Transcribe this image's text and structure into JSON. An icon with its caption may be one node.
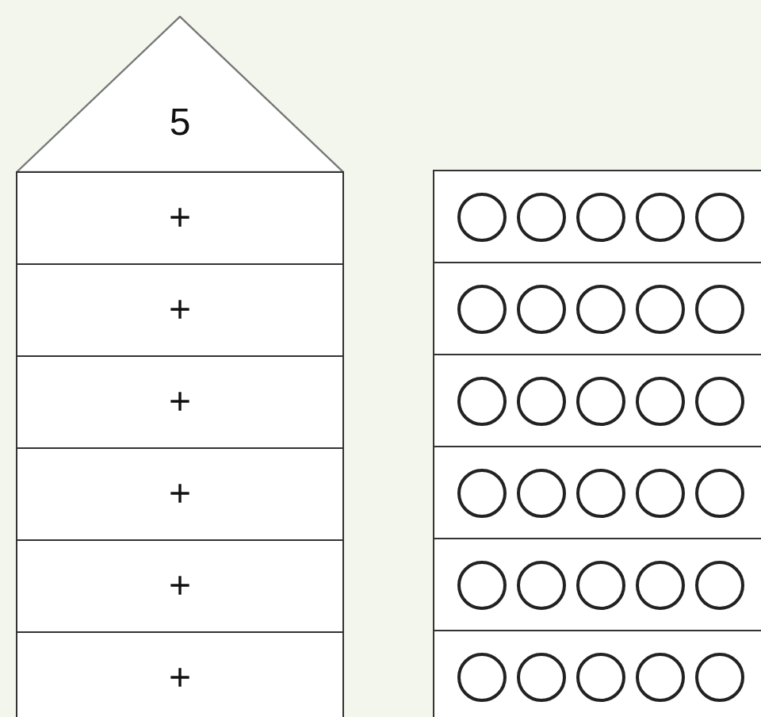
{
  "diagram": {
    "nodes": [
      {
        "text": [
          "5"
        ]
      },
      {
        "text": [
          "+"
        ]
      },
      {
        "text": [
          "+"
        ]
      },
      {
        "text": [
          "+"
        ]
      },
      {
        "text": [
          "+"
        ]
      },
      {
        "text": [
          "+"
        ]
      },
      {
        "text": [
          "+"
        ]
      },
      {
        "text": [],
        "shape": "box"
      },
      {
        "text": [],
        "shape": "box"
      },
      {
        "text": [],
        "shape": "box"
      },
      {
        "text": [],
        "shape": "box"
      },
      {
        "text": [],
        "shape": "box"
      },
      {
        "text": [],
        "shape": "box"
      }
    ]
  }
}
